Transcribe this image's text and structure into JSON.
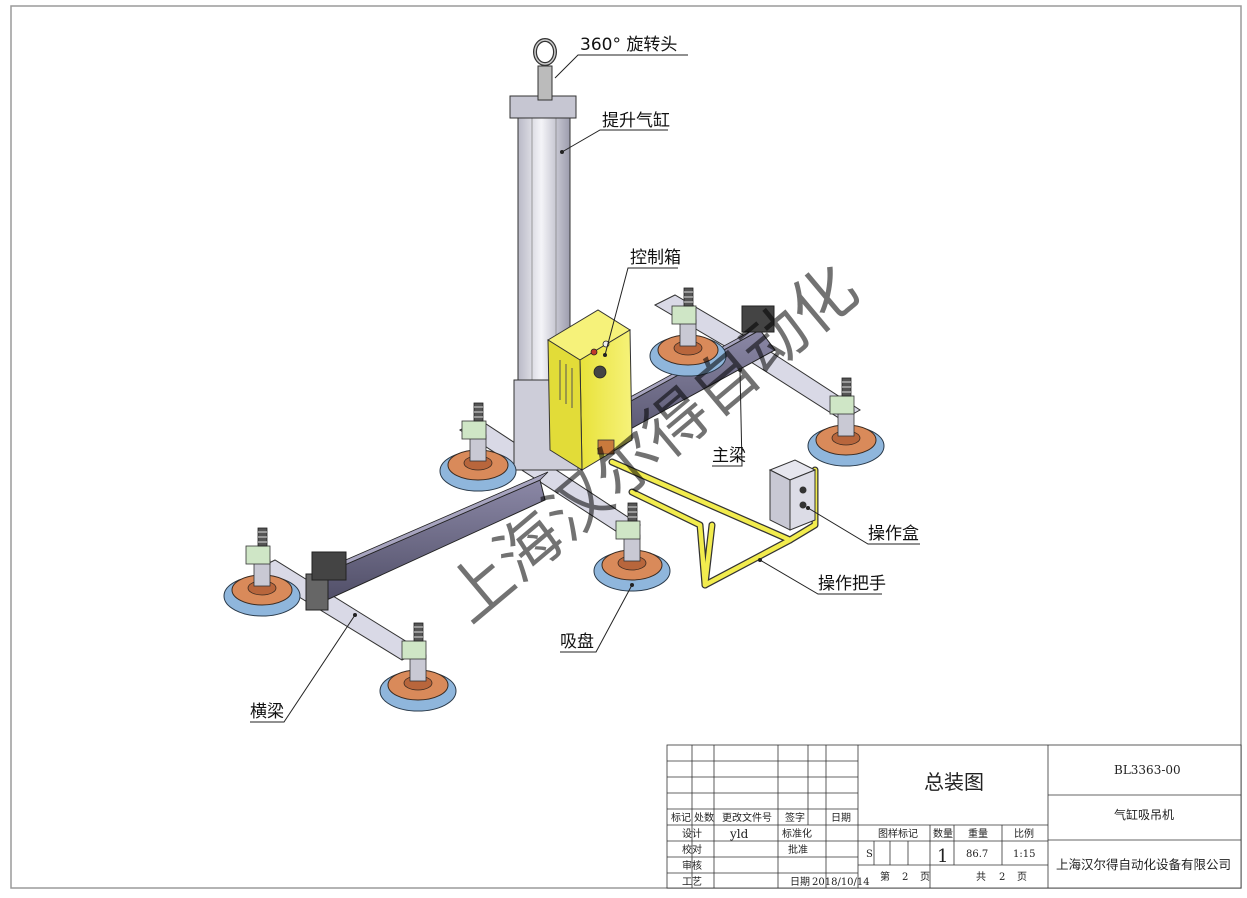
{
  "callouts": {
    "rotating_head": "360° 旋转头",
    "lift_cylinder": "提升气缸",
    "control_box": "控制箱",
    "main_beam": "主梁",
    "operation_box": "操作盒",
    "operation_handle": "操作把手",
    "suction_cup": "吸盘",
    "cross_beam": "横梁"
  },
  "watermark": "上海汉尔得自动化",
  "title_block": {
    "headers": {
      "mark": "标记",
      "count": "处数",
      "change_doc_no": "更改文件号",
      "signature": "签字",
      "date": "日期"
    },
    "roles": {
      "design": "设计",
      "design_value": "yld",
      "standardization": "标准化",
      "check": "校对",
      "approve": "批准",
      "review": "审核",
      "process": "工艺",
      "date_label": "日期",
      "date_value": "2018/10/14"
    },
    "drawing_title": "总装图",
    "drawing_no": "BL3363-00",
    "product_name": "气缸吸吊机",
    "company": "上海汉尔得自动化设备有限公司",
    "stage_mark_label": "图样标记",
    "quantity_label": "数量",
    "weight_label": "重量",
    "scale_label": "比例",
    "stage_mark_value": "S",
    "quantity_value": "1",
    "weight_value": "86.7",
    "scale_value": "1:15",
    "page_label_prefix": "第",
    "page_current": "2",
    "page_label_suffix": "页",
    "total_label_prefix": "共",
    "page_total": "2",
    "total_label_suffix": "页"
  },
  "colors": {
    "frame": "#9a9a9a",
    "yellow": "#f2ec4e",
    "beam_dark": "#7d7a99",
    "beam_light": "#d9d9e6",
    "cup_orange": "#d98a5a",
    "cup_blue": "#8fb6dc",
    "valve_green": "#cfe6c6"
  }
}
